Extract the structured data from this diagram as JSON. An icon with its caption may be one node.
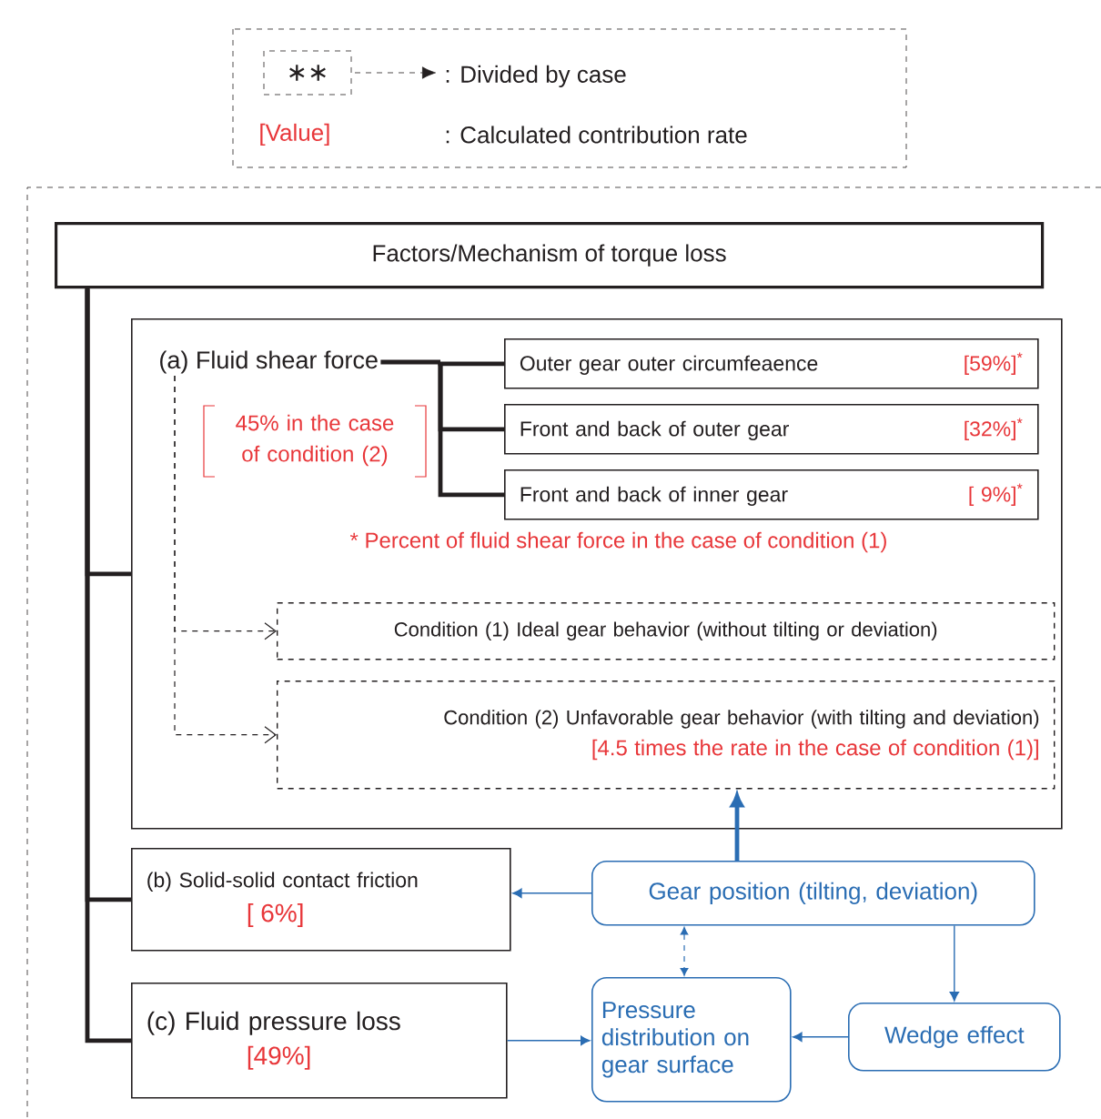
{
  "diagram": {
    "nodes": [
      {
        "text": [
          "Factors/Mechanism of torque loss"
        ]
      },
      {
        "text": [],
        "shape": "box"
      },
      {
        "text": [
          "(a) Fluid shear force"
        ],
        "beside": [
          "45% in the case of condition (2)"
        ],
        "in": 1
      },
      {
        "text": [
          "Outer gear outer circumfeaence",
          "[59%]$^{*}$"
        ],
        "in": 1
      },
      {
        "text": [
          "Front and back of outer gear",
          "[32%]$^{*}$"
        ],
        "in": 1
      },
      {
        "text": [
          "Front and back of inner gear",
          "[ 9%]$^{*}$"
        ],
        "in": 1
      },
      {
        "text": [
          "Condition (1) Ideal gear behavior (without tilting or deviation)"
        ],
        "in": 1
      },
      {
        "text": [
          "Condition (2)  Unfavorable gear behavior (with tilting and deviation)",
          "[4.5 times the rate in the case of condition (1)]"
        ],
        "in": 1
      },
      {
        "text": [
          "(b) Solid-solid contact friction",
          "[  6%]"
        ]
      },
      {
        "text": [
          "(c) Fluid pressure loss",
          "[49%]"
        ]
      },
      {
        "text": [
          "Gear position (tilting, deviation)"
        ]
      },
      {
        "text": [
          "Pressure distribution on gear surface"
        ]
      },
      {
        "text": [
          "Wedge effect"
        ]
      }
    ],
    "edges": [
      {
        "from": 0,
        "to": 1,
        "arrow": "none",
        "style": "thick",
        "color": "#231f20"
      },
      {
        "from": 0,
        "to": 8,
        "arrow": "none",
        "style": "thick",
        "color": "#231f20"
      },
      {
        "from": 0,
        "to": 9,
        "arrow": "none",
        "style": "thick",
        "color": "#231f20"
      },
      {
        "from": 2,
        "to": 3,
        "arrow": "none",
        "style": "thick",
        "color": "#231f20"
      },
      {
        "from": 2,
        "to": 4,
        "arrow": "none",
        "style": "thick",
        "color": "#231f20"
      },
      {
        "from": 2,
        "to": 5,
        "arrow": "none",
        "style": "thick",
        "color": "#231f20"
      },
      {
        "from": 2,
        "to": 6,
        "arrow": "to",
        "style": "dashed",
        "color": "#231f20"
      },
      {
        "from": 2,
        "to": 7,
        "arrow": "to",
        "style": "dashed",
        "color": "#231f20"
      },
      {
        "from": 10,
        "to": 7,
        "arrow": "to",
        "style": "thick",
        "color": "#2a6db3"
      },
      {
        "from": 10,
        "to": 8,
        "arrow": "to",
        "color": "#2a6db3"
      },
      {
        "from": 10,
        "to": 11,
        "arrow": "both",
        "style": "dashed",
        "color": "#2a6db3"
      },
      {
        "from": 10,
        "to": 12,
        "arrow": "to",
        "color": "#2a6db3"
      },
      {
        "from": 12,
        "to": 11,
        "arrow": "to",
        "color": "#2a6db3"
      },
      {
        "from": 9,
        "to": 11,
        "arrow": "to",
        "color": "#2a6db3"
      }
    ],
    "labels": [
      "∗∗",
      "[Value]",
      "* Percent of fluid shear force in the case of condition (1)"
    ],
    "legend": [
      {
        "text": ": Divided by case"
      },
      {
        "text": ": Calculated contribution rate"
      }
    ]
  }
}
